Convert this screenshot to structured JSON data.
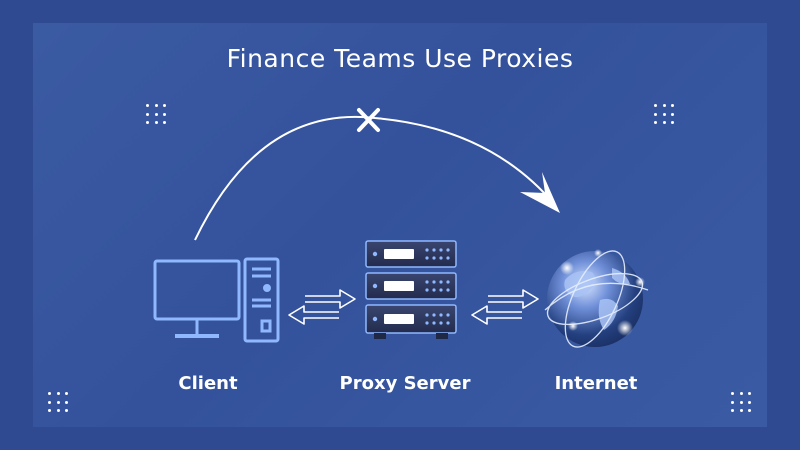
{
  "title": "Finance Teams Use Proxies",
  "nodes": {
    "client": {
      "label": "Client"
    },
    "proxy": {
      "label": "Proxy Server"
    },
    "internet": {
      "label": "Internet"
    }
  },
  "colors": {
    "background": "#2f4a91",
    "panel": "#3a5aa2",
    "device_blue": "#8fb8ff",
    "server_dark": "#2a3458",
    "text": "#ffffff"
  },
  "icons": {
    "blocked": "x-icon",
    "client": "desktop-computer-icon",
    "proxy": "server-rack-icon",
    "internet": "globe-icon"
  }
}
